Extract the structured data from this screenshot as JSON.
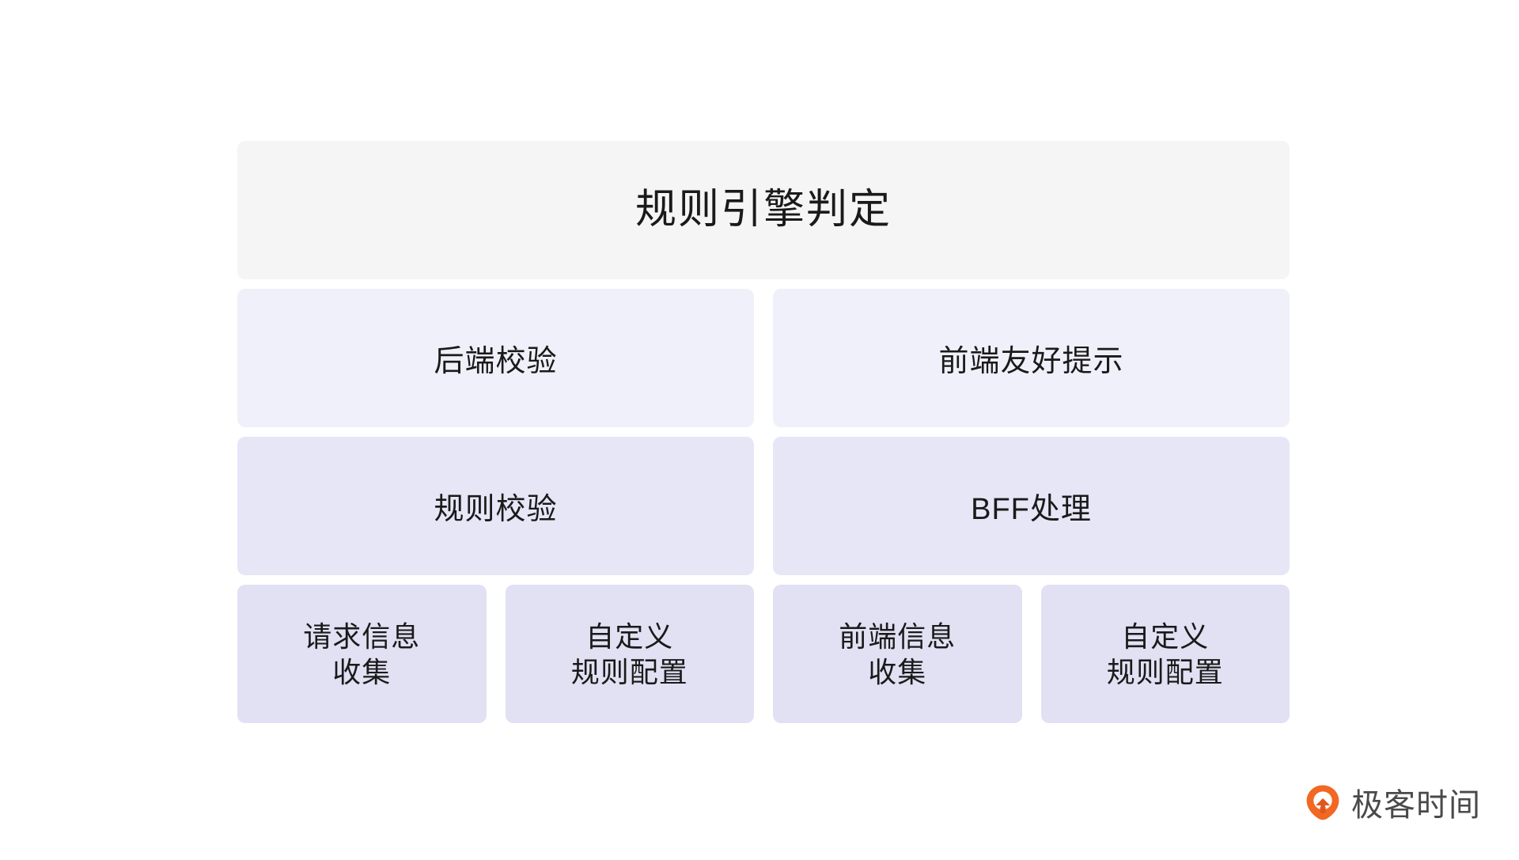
{
  "diagram": {
    "title": "规则引擎判定",
    "rows": [
      {
        "name": "tier-1",
        "cells": [
          {
            "label": "后端校验"
          },
          {
            "label": "前端友好提示"
          }
        ]
      },
      {
        "name": "tier-2",
        "cells": [
          {
            "label": "规则校验"
          },
          {
            "label": "BFF处理"
          }
        ]
      },
      {
        "name": "tier-3",
        "cells": [
          {
            "label": "请求信息\n收集"
          },
          {
            "label": "自定义\n规则配置"
          },
          {
            "label": "前端信息\n收集"
          },
          {
            "label": "自定义\n规则配置"
          }
        ]
      }
    ]
  },
  "brand": {
    "name": "极客时间",
    "mark_icon": "geektime-logo-icon",
    "mark_color": "#f26822",
    "mark_color_dark": "#e1561c"
  },
  "colors": {
    "page_background": "#ffffff",
    "title_background": "#f5f5f5",
    "tier1_background": "#f0f0fa",
    "tier2_background": "#e7e6f7",
    "tier3_background": "#e2e0f3",
    "text": "#1a1a1a",
    "brand_text": "#4a4a4a"
  }
}
